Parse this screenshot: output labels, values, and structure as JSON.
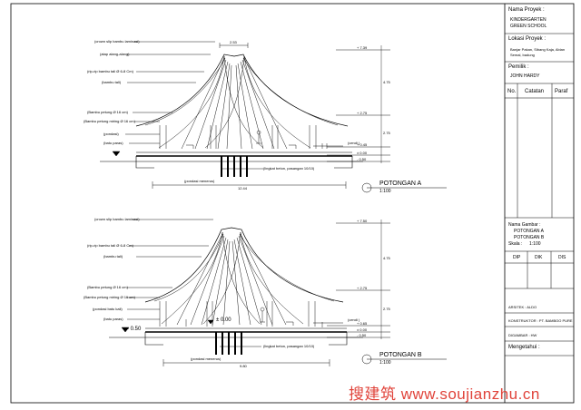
{
  "title_block": {
    "project_name_label": "Nama Proyek :",
    "project_name_line1": "KINDERGARTEN",
    "project_name_line2": "GREEN SCHOOL",
    "location_label": "Lokasi Proyek :",
    "location_line1": "Banjar Pakan, Sibang Kaja, Abian",
    "location_line2": "Semal, badung",
    "owner_label": "Pemilik :",
    "owner": "JOHN HARDY",
    "col_no": "No.",
    "col_notes": "Catatan",
    "col_initial": "Paraf",
    "drawing_name_label": "Nama Gambar :",
    "drawing_name_line1": "POTONGAN A",
    "drawing_name_line2": "POTONGAN B",
    "scale_label": "Skala :",
    "scale": "1:100",
    "stamp_cols": [
      "DIP",
      "DIK",
      "DIS"
    ],
    "architect": "ARSITEK : ALDO",
    "contractor": "KONSTRUKTOR : PT. BAMBOO PURE",
    "drawn_by": "DIGAMBAR : HW",
    "approved_label": "Mengetahui :"
  },
  "sections": [
    {
      "title": "POTONGAN A",
      "scale": "1:100",
      "overall_dim": "12.44",
      "top_dim": "2.53",
      "level_labels": [
        "+ 7.39",
        "+ 2.75",
        "+ 0.45",
        "± 0.00",
        "- 0.50"
      ],
      "height_dims": [
        "4.75",
        "2.75"
      ],
      "leader_labels": [
        "(crown slip bambu laminasi)",
        "(atap alang-alang)",
        "(rip-rip bambu tali Ø 6-8 Cm)",
        "(bambu tali)",
        "(Bambu petung Ø 16 cm)",
        "(Bambu petung miring Ø 16 cm)",
        "(pondasi)",
        "(batu paras)"
      ],
      "bottom_labels": [
        "(pondasi menerus)",
        "(lingkat beton, pasangan 10/10)"
      ],
      "right_label": "(cendi )"
    },
    {
      "title": "POTONGAN B",
      "scale": "1:100",
      "overall_dim": "9.80",
      "top_dim": "",
      "level_labels": [
        "+ 7.50",
        "+ 2.75",
        "+ 0.65",
        "± 0.00",
        "- 0.50"
      ],
      "height_dims": [
        "4.75",
        "2.75"
      ],
      "leader_labels": [
        "(crown slip bambu laminasi)",
        "(rip-rip bambu tali Ø 6-8 Cm)",
        "(bambu tali)",
        "(Bambu petung Ø 16 cm)",
        "(Bambu petung miring Ø 16 cm)",
        "(pondasi batu kali)",
        "(batu paras)"
      ],
      "bottom_labels": [
        "(pondasi menerus)",
        "(lingkat beton, pasangan 10/10)"
      ],
      "inner_level": "± 0.00",
      "left_level": "- 0.50",
      "right_label": "(cendi )"
    }
  ],
  "watermark": "搜建筑 www.soujianzhu.cn"
}
